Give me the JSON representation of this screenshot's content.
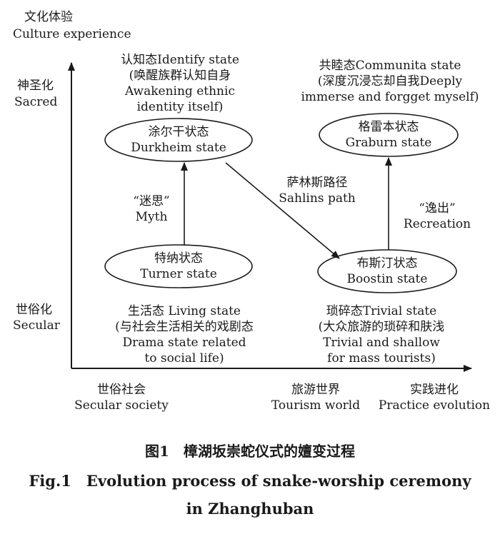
{
  "axes": {
    "y_title_zh": "文化体验",
    "y_title_en": "Culture experience",
    "y_top_zh": "神圣化",
    "y_top_en": "Sacred",
    "y_bottom_zh": "世俗化",
    "y_bottom_en": "Secular",
    "x_left_zh": "世俗社会",
    "x_left_en": "Secular society",
    "x_mid_zh": "旅游世界",
    "x_mid_en": "Tourism world",
    "x_right_zh": "实践进化",
    "x_right_en": "Practice evolution"
  },
  "annotations": {
    "identify": [
      "认知态Identify state",
      "(唤醒族群认知自身",
      "Awakening ethnic",
      "identity itself)"
    ],
    "communita": [
      "共睦态Communita state",
      "(深度沉浸忘却自我Deeply",
      "immerse and forgget myself)"
    ],
    "living": [
      "生活态 Living state",
      "(与社会生活相关的戏剧态",
      "Drama state related",
      "to social life)"
    ],
    "trivial": [
      "琐碎态Trivial state",
      "(大众旅游的琐碎和肤浅",
      "Trivial and shallow",
      "for mass tourists)"
    ]
  },
  "nodes": {
    "durkheim": [
      "涂尔干状态",
      "Durkheim state"
    ],
    "graburn": [
      "格雷本状态",
      "Graburn state"
    ],
    "turner": [
      "特纳状态",
      "Turner state"
    ],
    "boostin": [
      "布斯汀状态",
      "Boostin state"
    ]
  },
  "edges": {
    "myth": [
      "“迷思”",
      "Myth"
    ],
    "sahlins": [
      "萨林斯路径",
      "Sahlins path"
    ],
    "recreation": [
      "“逸出”",
      "Recreation"
    ]
  },
  "caption": {
    "zh": "图1　樟湖坂崇蛇仪式的嬗变过程",
    "en1": "Fig.1　Evolution process of snake-worship ceremony",
    "en2": "in Zhanghuban"
  }
}
